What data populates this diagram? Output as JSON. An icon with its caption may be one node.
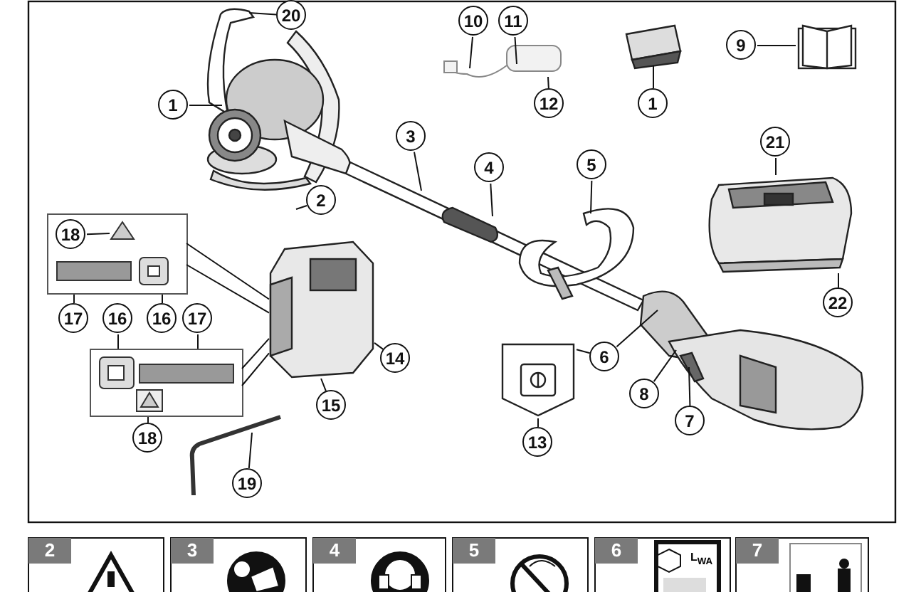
{
  "diagram": {
    "nodes": [
      {
        "text": [
          "20"
        ]
      },
      {
        "text": [
          "10"
        ]
      },
      {
        "text": [
          "11"
        ]
      },
      {
        "text": [
          "9"
        ]
      },
      {
        "text": [
          "1"
        ]
      },
      {
        "text": [
          "12"
        ]
      },
      {
        "text": [
          "1"
        ]
      },
      {
        "text": [
          "3"
        ]
      },
      {
        "text": [
          "21"
        ]
      },
      {
        "text": [
          "4"
        ]
      },
      {
        "text": [
          "5"
        ]
      },
      {
        "text": [
          "2"
        ]
      },
      {
        "text": [],
        "shape": "box"
      },
      {
        "text": [
          "18"
        ],
        "in": 12
      },
      {
        "text": [
          "22"
        ]
      },
      {
        "text": [
          "17"
        ]
      },
      {
        "text": [
          "16"
        ]
      },
      {
        "text": [
          "16"
        ]
      },
      {
        "text": [
          "17"
        ]
      },
      {
        "text": [],
        "shape": "box"
      },
      {
        "text": [
          "6"
        ]
      },
      {
        "text": [
          "14"
        ]
      },
      {
        "text": [
          "8"
        ]
      },
      {
        "text": [
          "15"
        ]
      },
      {
        "text": [
          "7"
        ]
      },
      {
        "text": [
          "18"
        ]
      },
      {
        "text": [
          "13"
        ]
      },
      {
        "text": [
          "19"
        ]
      },
      {
        "text": [],
        "shape": "picture"
      },
      {
        "text": [],
        "shape": "picture"
      },
      {
        "text": [],
        "shape": "picture"
      },
      {
        "text": [],
        "shape": "picture"
      }
    ],
    "edges": [
      {
        "from": 0,
        "to": null,
        "arrow": "none"
      },
      {
        "from": 1,
        "to": null,
        "arrow": "none"
      },
      {
        "from": 2,
        "to": null,
        "arrow": "none"
      },
      {
        "from": 3,
        "to": 28,
        "arrow": "none"
      },
      {
        "from": 4,
        "to": null,
        "arrow": "none"
      },
      {
        "from": 5,
        "to": null,
        "arrow": "none"
      },
      {
        "from": 6,
        "to": null,
        "arrow": "none"
      },
      {
        "from": 7,
        "to": null,
        "arrow": "none"
      },
      {
        "from": 8,
        "to": 29,
        "arrow": "none"
      },
      {
        "from": 9,
        "to": null,
        "arrow": "none"
      },
      {
        "from": 10,
        "to": null,
        "arrow": "none"
      },
      {
        "from": 11,
        "to": null,
        "arrow": "none"
      },
      {
        "from": 13,
        "to": null,
        "arrow": "none"
      },
      {
        "from": 14,
        "to": 29,
        "arrow": "none"
      },
      {
        "from": 15,
        "to": 12,
        "arrow": "none"
      },
      {
        "from": 16,
        "to": 19,
        "arrow": "none"
      },
      {
        "from": 17,
        "to": 12,
        "arrow": "none"
      },
      {
        "from": 18,
        "to": 19,
        "arrow": "none"
      },
      {
        "from": 20,
        "to": 30,
        "arrow": "none"
      },
      {
        "from": 20,
        "to": null,
        "arrow": "none"
      },
      {
        "from": 21,
        "to": 31,
        "arrow": "none"
      },
      {
        "from": 22,
        "to": null,
        "arrow": "none"
      },
      {
        "from": 23,
        "to": 31,
        "arrow": "none"
      },
      {
        "from": 24,
        "to": null,
        "arrow": "none"
      },
      {
        "from": 25,
        "to": 19,
        "arrow": "none"
      },
      {
        "from": 26,
        "to": 30,
        "arrow": "none"
      },
      {
        "from": 27,
        "to": null,
        "arrow": "none"
      },
      {
        "from": 12,
        "to": 31,
        "arrow": "none"
      },
      {
        "from": 12,
        "to": 31,
        "arrow": "none"
      },
      {
        "from": 19,
        "to": 31,
        "arrow": "none"
      },
      {
        "from": 19,
        "to": 31,
        "arrow": "none"
      }
    ],
    "labels": [
      "2",
      "3",
      "4",
      "5",
      "6",
      "L$_{WA}$",
      "7"
    ]
  }
}
